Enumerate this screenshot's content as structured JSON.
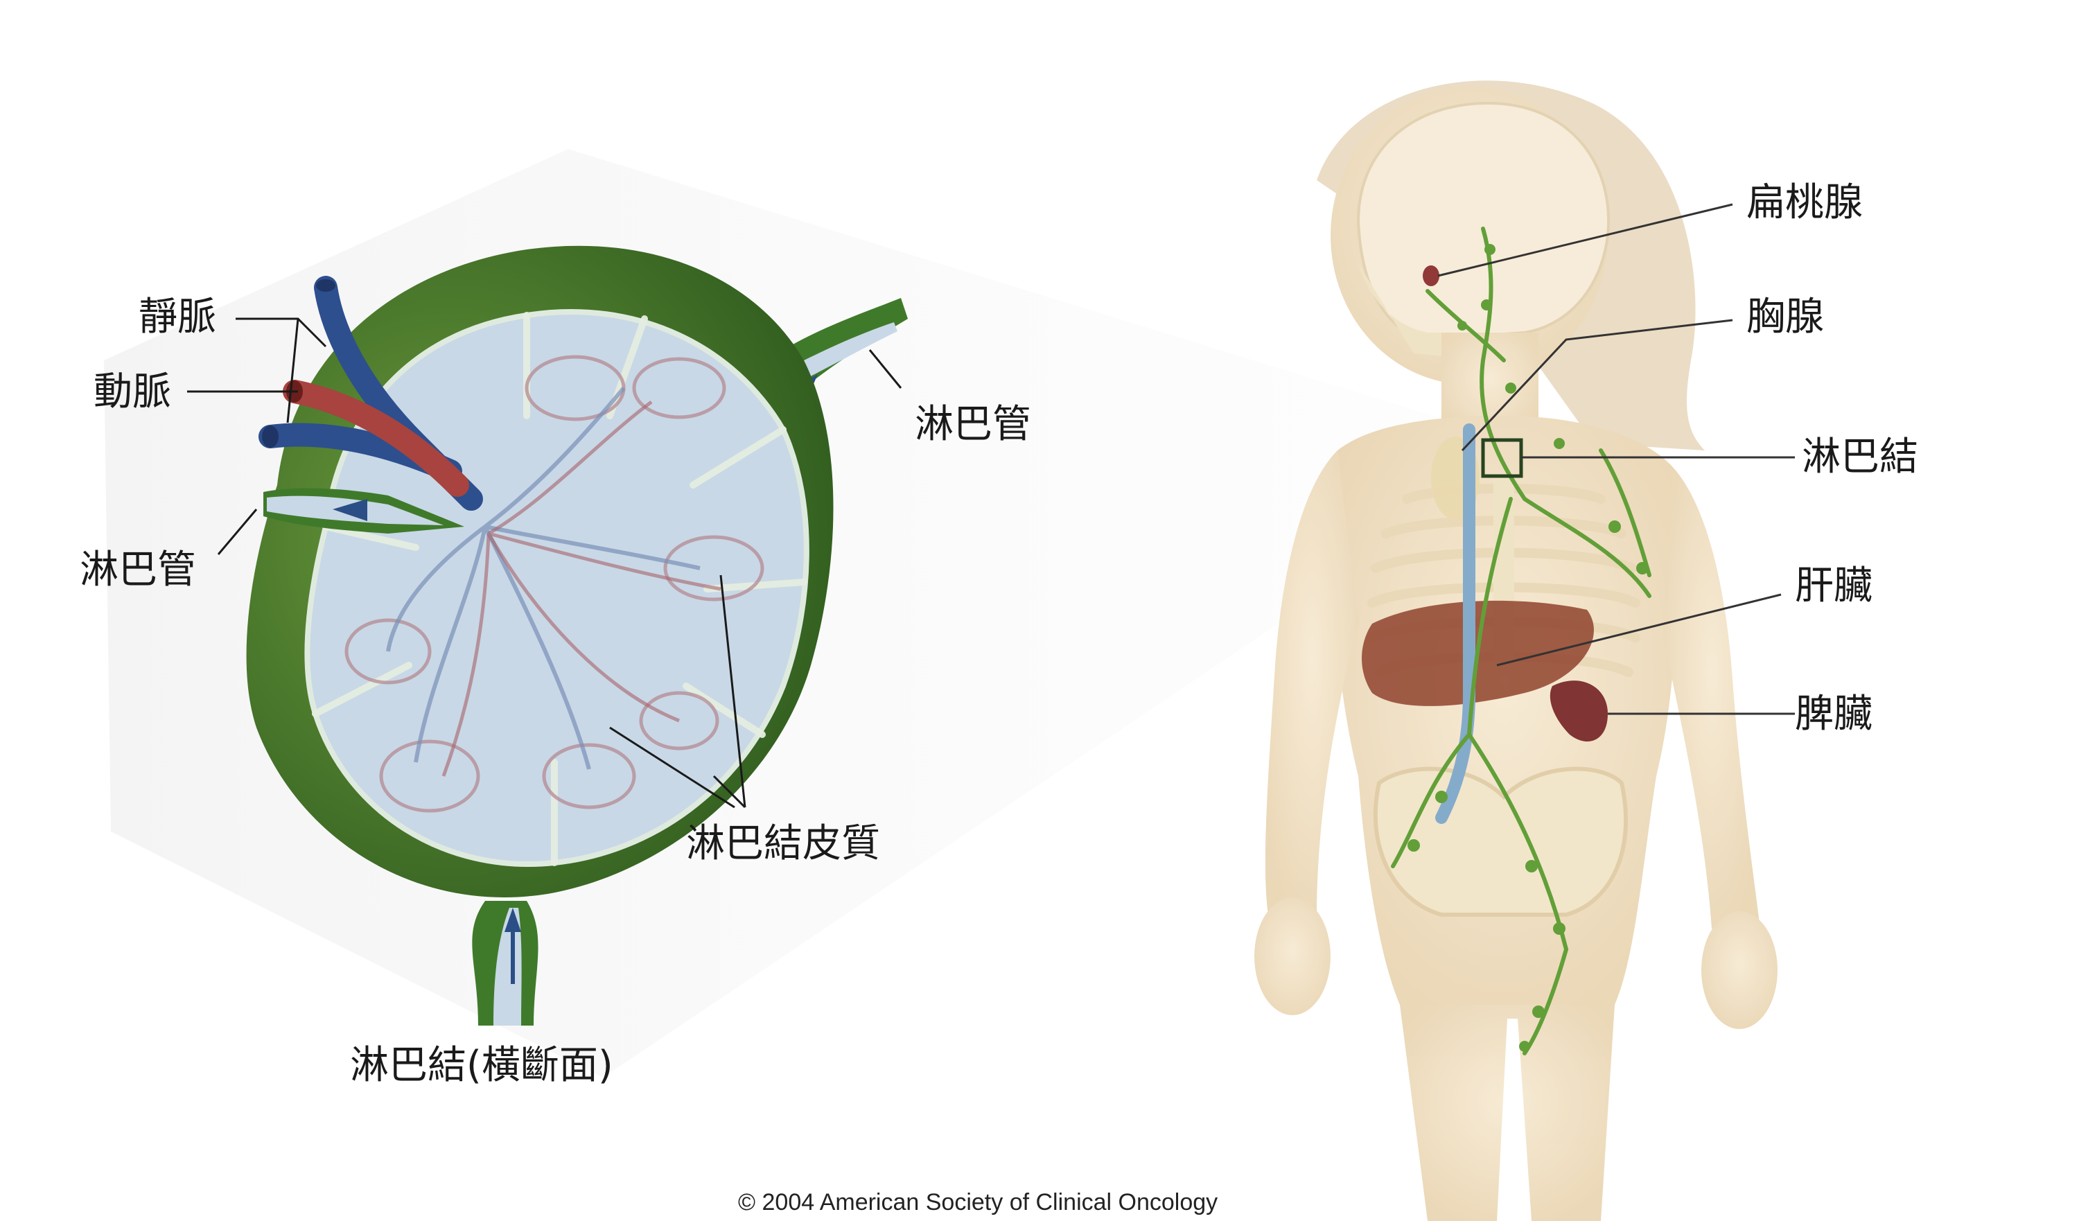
{
  "labels": {
    "vein": "靜脈",
    "artery": "動脈",
    "lymph_vessel_left": "淋巴管",
    "lymph_vessel_right": "淋巴管",
    "lymph_node_cortex": "淋巴結皮質",
    "lymph_node_cross_section": "淋巴結(橫斷面)",
    "tonsil": "扁桃腺",
    "thymus": "胸腺",
    "lymph_node": "淋巴結",
    "liver": "肝臟",
    "spleen": "脾臟"
  },
  "copyright": "© 2004 American Society of Clinical Oncology",
  "colors": {
    "capsule_green": "#3f7a2a",
    "node_interior": "#c8d8e6",
    "vein_blue": "#3d5f9c",
    "artery_red": "#a8433f",
    "body_skin": "#f3e3c8",
    "bone": "#efe2c2",
    "lymph_green": "#5a9a2e",
    "liver_brown": "#8a3a22",
    "spleen_red": "#7a2a2a"
  }
}
